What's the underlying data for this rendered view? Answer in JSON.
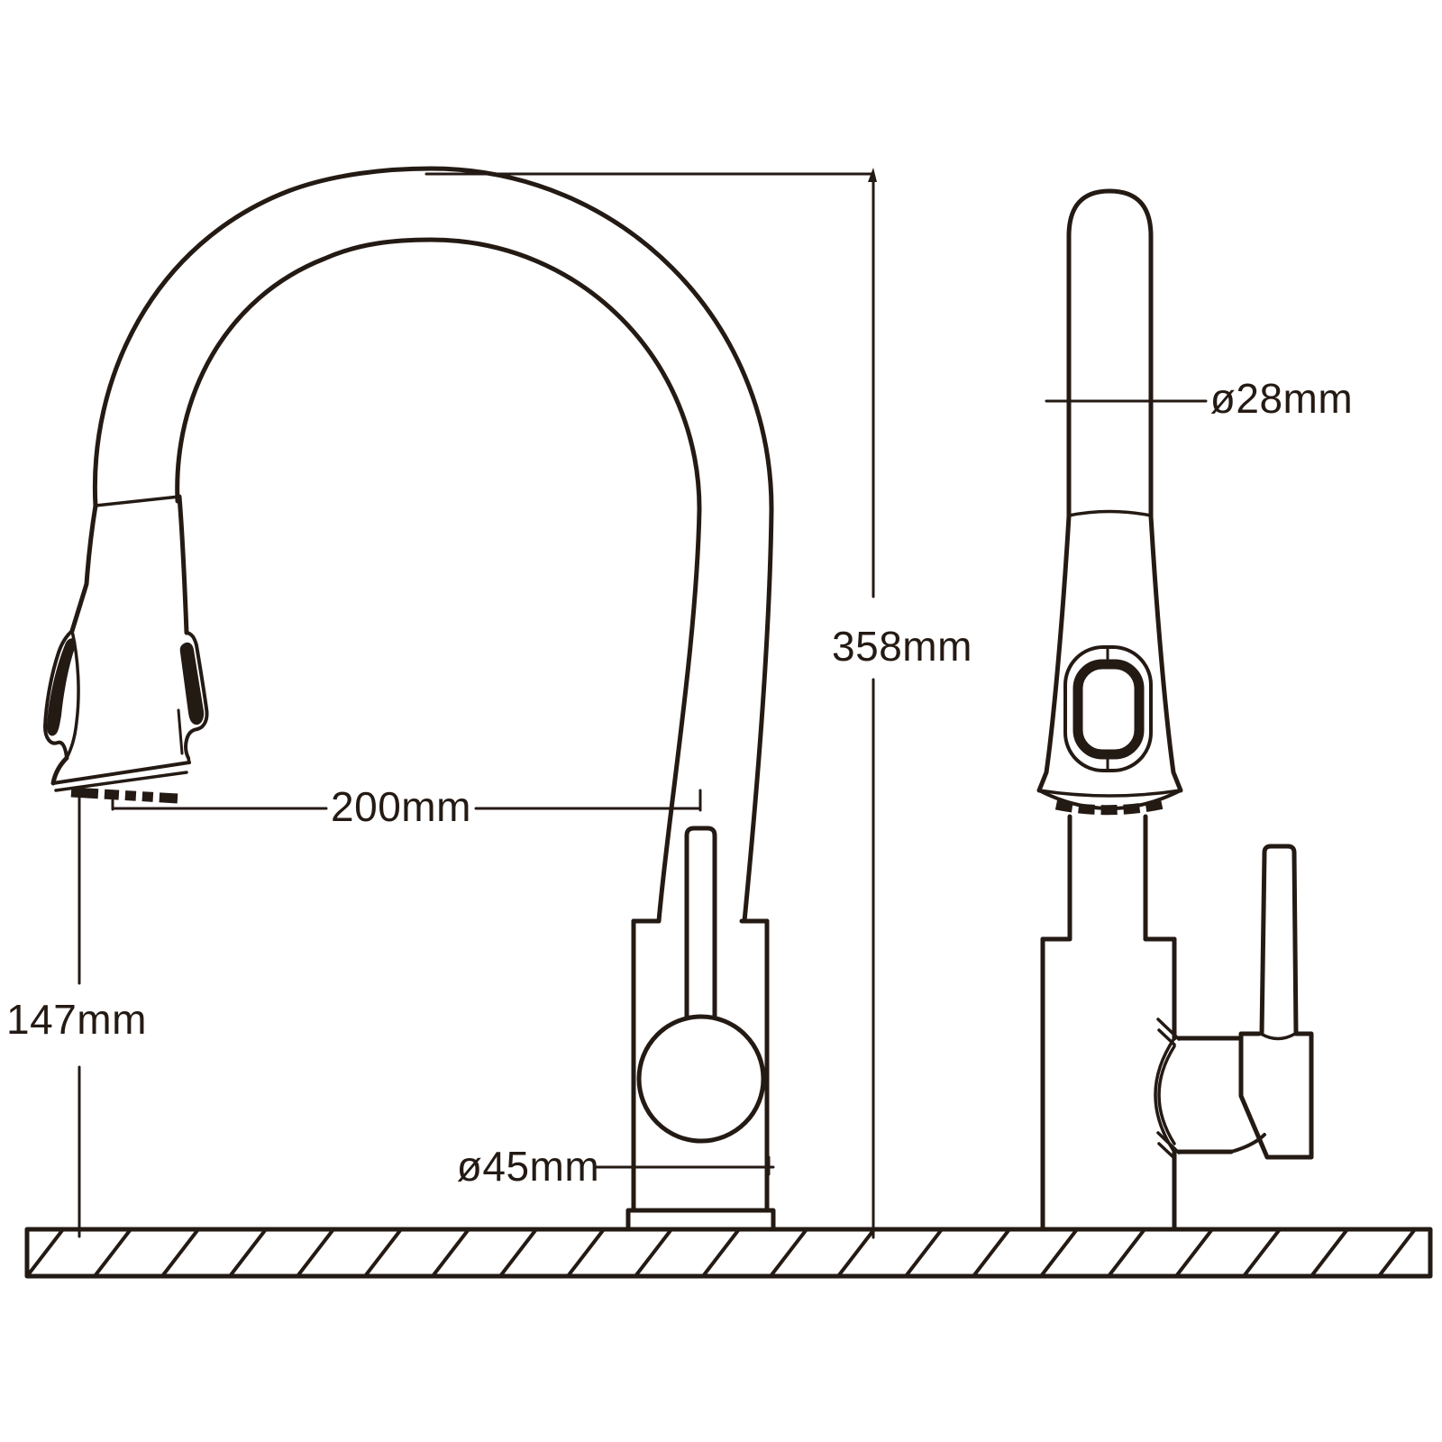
{
  "drawing": {
    "background_color": "#ffffff",
    "line_color": "#241a14",
    "subject": "kitchen pull-down faucet two-view dimension drawing",
    "dimensions": {
      "total_height": "358mm",
      "spout_reach": "200mm",
      "outlet_height": "147mm",
      "body_diameter": "ø45mm",
      "spout_diameter": "ø28mm"
    }
  }
}
